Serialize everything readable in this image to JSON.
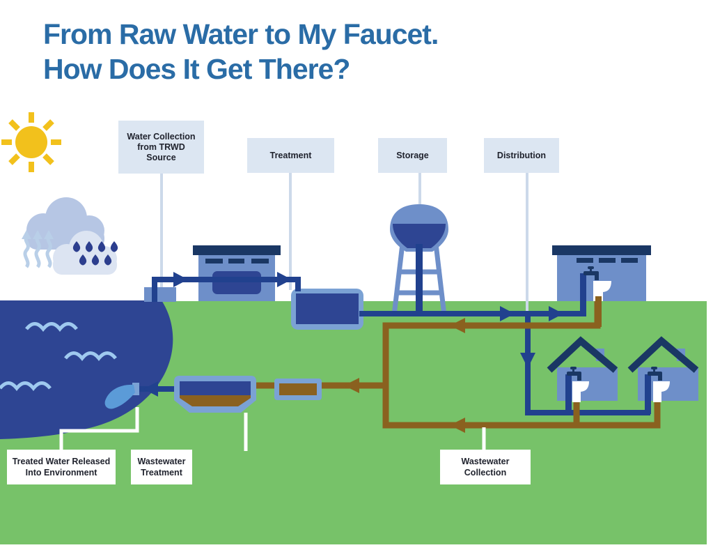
{
  "title": "From Raw Water to My Faucet.\nHow Does It Get There?",
  "stages": [
    {
      "label": "Water Collection\nfrom TRWD\nSource"
    },
    {
      "label": "Treatment"
    },
    {
      "label": "Storage"
    },
    {
      "label": "Distribution"
    }
  ],
  "bottom_labels": [
    {
      "label": "Treated Water Released\nInto Environment"
    },
    {
      "label": "Wastewater\nTreatment"
    },
    {
      "label": "Wastewater\nCollection"
    }
  ],
  "icons": [
    "sun-icon",
    "rain-cloud-icon",
    "evaporation-arrows-icon",
    "raindrops-icon",
    "lake",
    "intake-structure",
    "treatment-plant-building",
    "clear-well-basin",
    "water-tower",
    "distribution-building",
    "house-icon",
    "faucet-icon",
    "sink-icon",
    "clarifier-tank",
    "sludge-tank",
    "outfall-splash-icon"
  ],
  "colors": {
    "title-blue": "#2a6ca6",
    "label-box-bg": "#dce6f2",
    "label-text": "#20232e",
    "leader-light": "#ccd9ea",
    "grass-green": "#77c269",
    "water-dark-blue": "#2e4593",
    "pipe-blue": "#21418e",
    "pipe-brown": "#8a611f",
    "building-blue": "#6e8fc9",
    "tank-outline-blue": "#7ba2d4",
    "roof-navy": "#1a3764",
    "sun-yellow": "#f2c11c",
    "cloud-dark": "#b6c6e4",
    "cloud-light": "#dce4f2",
    "rain-blue": "#2c3e8e",
    "evaporation-blue": "#b9cfe8",
    "wave-light-blue": "#9fc9ef",
    "splash-blue": "#5b9bd8"
  }
}
